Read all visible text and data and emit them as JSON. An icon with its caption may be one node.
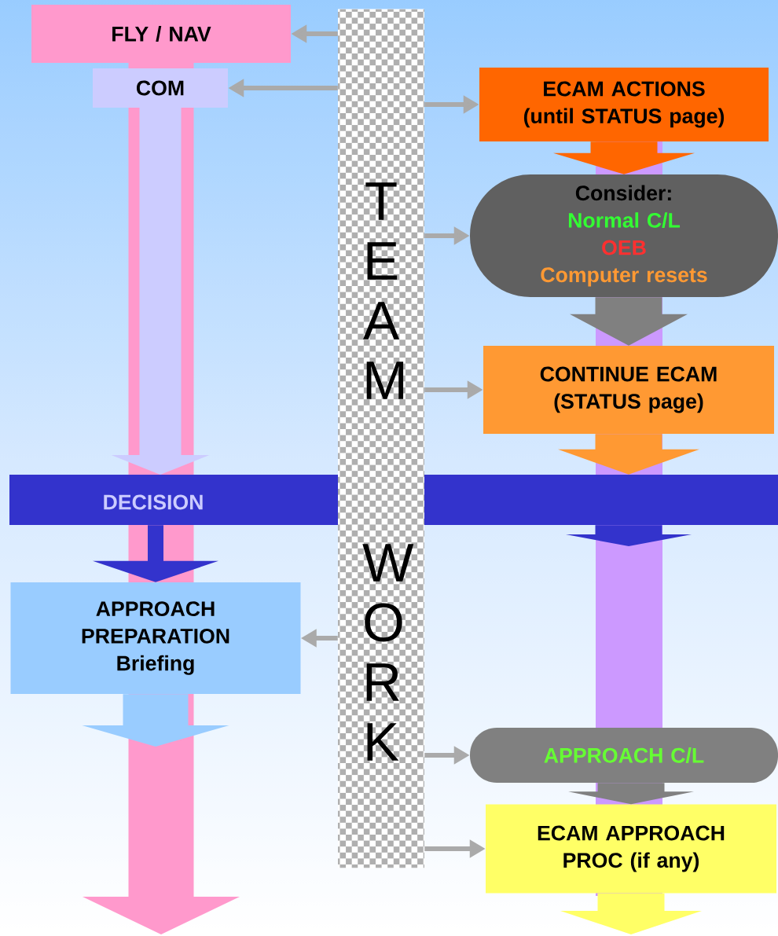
{
  "diagram": {
    "nodes": [
      {
        "text": [
          "FLY / NAV"
        ]
      },
      {
        "text": [
          "COM"
        ]
      },
      {
        "text": [
          "T E A M",
          "W O R K"
        ]
      },
      {
        "text": [
          "ECAM ACTIONS (until STATUS page)"
        ]
      },
      {
        "text": [
          "Consider:",
          "Normal C/L",
          "OEB",
          "Computer resets"
        ]
      },
      {
        "text": [
          "CONTINUE ECAM (STATUS page)"
        ]
      },
      {
        "text": [
          "DECISION"
        ]
      },
      {
        "text": [
          "APPROACH PREPARATION",
          "Briefing"
        ]
      },
      {
        "text": [
          "APPROACH C/L"
        ]
      },
      {
        "text": [
          "ECAM APPROACH PROC (if any)"
        ]
      }
    ],
    "edges": [
      {
        "from": 2,
        "to": 0,
        "arrow": "to"
      },
      {
        "from": 2,
        "to": 1,
        "arrow": "to"
      },
      {
        "from": 2,
        "to": 3,
        "arrow": "to"
      },
      {
        "from": 2,
        "to": 4,
        "arrow": "to"
      },
      {
        "from": 2,
        "to": 5,
        "arrow": "to"
      },
      {
        "from": 2,
        "to": 7,
        "arrow": "to"
      },
      {
        "from": 2,
        "to": 8,
        "arrow": "to"
      },
      {
        "from": 2,
        "to": 9,
        "arrow": "to"
      },
      {
        "from": 3,
        "to": 4,
        "arrow": "to",
        "style": "thick",
        "color": "#ff6600"
      },
      {
        "from": 4,
        "to": 5,
        "arrow": "to",
        "style": "thick",
        "color": "#808080"
      },
      {
        "from": 5,
        "to": 6,
        "arrow": "to",
        "style": "thick",
        "color": "#ff9933"
      },
      {
        "from": 1,
        "to": 6,
        "arrow": "to",
        "style": "thick",
        "color": "#ccccff"
      },
      {
        "from": 6,
        "to": 7,
        "arrow": "to",
        "style": "thick",
        "color": "#3333cc"
      },
      {
        "from": 6,
        "to": null,
        "arrow": "to",
        "style": "thick",
        "color": "#3333cc"
      },
      {
        "from": 8,
        "to": 9,
        "arrow": "to",
        "style": "thick",
        "color": "#808080"
      },
      {
        "from": 7,
        "to": null,
        "arrow": "to",
        "style": "thick",
        "color": "#99ccff"
      },
      {
        "from": 9,
        "to": null,
        "arrow": "to",
        "style": "thick",
        "color": "#ffff66"
      },
      {
        "from": 0,
        "to": null,
        "arrow": "to",
        "style": "thick",
        "color": "#ff99cc"
      }
    ]
  }
}
